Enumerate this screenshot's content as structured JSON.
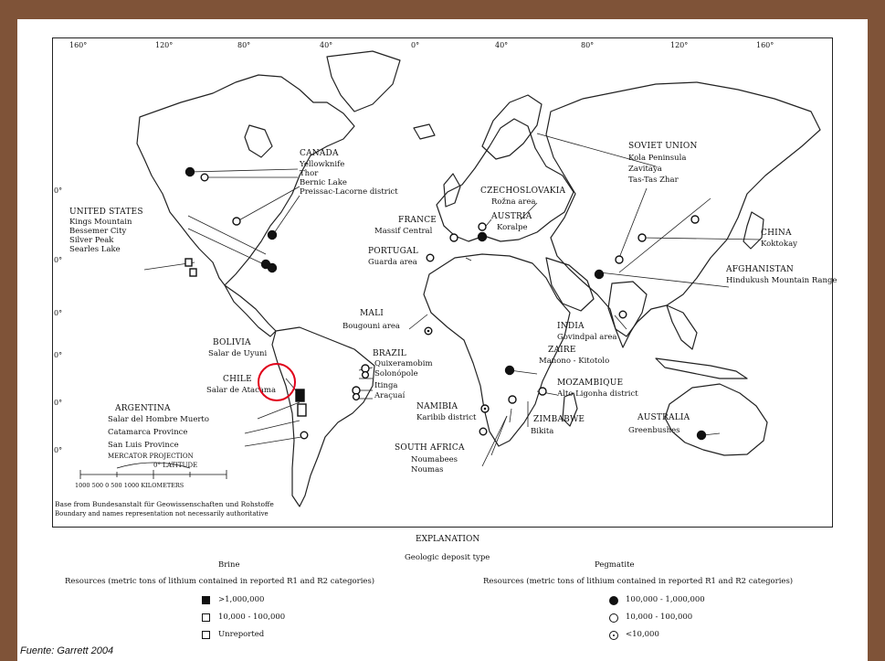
{
  "map": {
    "longitude_ticks": [
      "160°",
      "120°",
      "80°",
      "40°",
      "0°",
      "40°",
      "80°",
      "120°",
      "160°"
    ],
    "latitude_ticks": [
      "0°",
      "0°",
      "0°",
      "0°",
      "0°",
      "0°"
    ],
    "projection": {
      "title": "MERCATOR PROJECTION",
      "scale_label": "0° LATITUDE",
      "scale_units": "1000  500  0  500  1000 KILOMETERS"
    },
    "base_note": "Base from Bundesanstalt für Geowissenschaften und Rohstoffe",
    "boundary_note": "Boundary and names representation not necessarily authoritative",
    "countries": [
      {
        "name": "CANADA",
        "sites": [
          "Yellowknife",
          "Thor",
          "Bernic Lake",
          "Preissac-Lacorne district"
        ]
      },
      {
        "name": "UNITED STATES",
        "sites": [
          "Kings Mountain",
          "Bessemer City",
          "Silver Peak",
          "Searles Lake"
        ]
      },
      {
        "name": "BOLIVIA",
        "sites": [
          "Salar de Uyuni"
        ]
      },
      {
        "name": "CHILE",
        "sites": [
          "Salar de Atacama"
        ]
      },
      {
        "name": "ARGENTINA",
        "sites": [
          "Salar del Hombre Muerto",
          "Catamarca Province",
          "San Luis Province"
        ]
      },
      {
        "name": "BRAZIL",
        "sites": [
          "Quixeramobim",
          "Solonópole",
          "Itinga",
          "Araçuaí"
        ]
      },
      {
        "name": "FRANCE",
        "sites": [
          "Massif Central"
        ]
      },
      {
        "name": "PORTUGAL",
        "sites": [
          "Guarda area"
        ]
      },
      {
        "name": "MALI",
        "sites": [
          "Bougouni area"
        ]
      },
      {
        "name": "CZECHOSLOVAKIA",
        "sites": [
          "Rožna area"
        ]
      },
      {
        "name": "AUSTRIA",
        "sites": [
          "Koralpe"
        ]
      },
      {
        "name": "SOVIET UNION",
        "sites": [
          "Kola Peninsula",
          "Zavitaya",
          "Tas-Tas Zhar"
        ]
      },
      {
        "name": "CHINA",
        "sites": [
          "Koktokay"
        ]
      },
      {
        "name": "AFGHANISTAN",
        "sites": [
          "Hindukush Mountain Range"
        ]
      },
      {
        "name": "INDIA",
        "sites": [
          "Govindpal area"
        ]
      },
      {
        "name": "ZAIRE",
        "sites": [
          "Manono - Kitotolo"
        ]
      },
      {
        "name": "MOZAMBIQUE",
        "sites": [
          "Alto Ligonha district"
        ]
      },
      {
        "name": "NAMIBIA",
        "sites": [
          "Karibib district"
        ]
      },
      {
        "name": "ZIMBABWE",
        "sites": [
          "Bikita"
        ]
      },
      {
        "name": "SOUTH AFRICA",
        "sites": [
          "Noumabees",
          "Noumas"
        ]
      },
      {
        "name": "AUSTRALIA",
        "sites": [
          "Greenbushes"
        ]
      }
    ]
  },
  "legend": {
    "title": "EXPLANATION",
    "subtitle": "Geologic deposit type",
    "brine": {
      "heading": "Brine",
      "description": "Resources (metric tons of lithium contained in reported R1 and R2 categories)",
      "classes": [
        ">1,000,000",
        "10,000 - 100,000",
        "Unreported"
      ]
    },
    "pegmatite": {
      "heading": "Pegmatite",
      "description": "Resources (metric tons of lithium contained in reported R1 and R2 categories)",
      "classes": [
        "100,000 - 1,000,000",
        "10,000 - 100,000",
        "<10,000"
      ]
    }
  },
  "source": "Fuente: Garrett 2004",
  "colors": {
    "frame": "#7f5338",
    "highlight": "#e0001a",
    "ink": "#111111"
  }
}
